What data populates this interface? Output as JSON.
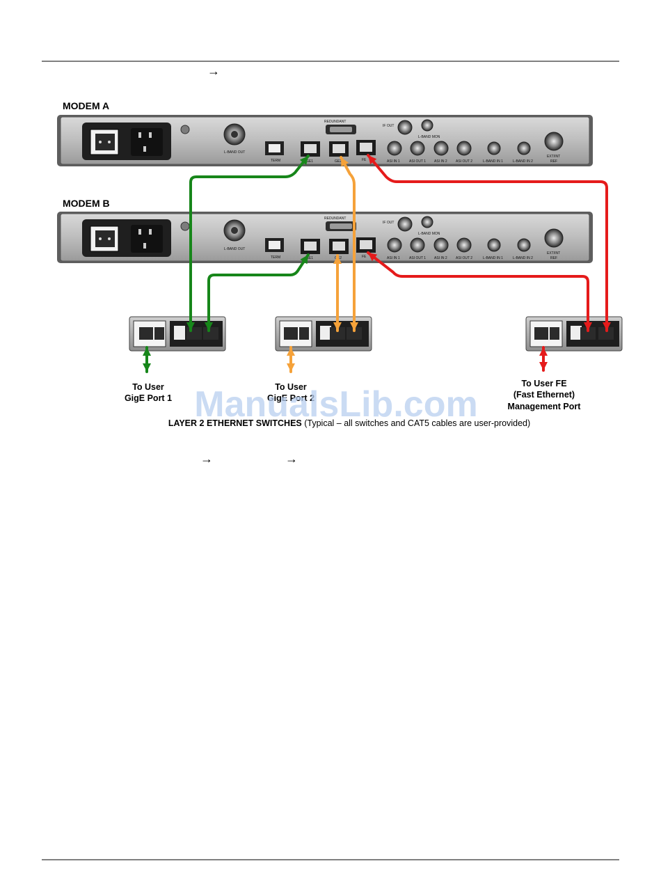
{
  "arrow_glyph": "→",
  "modems": [
    {
      "title": "MODEM A"
    },
    {
      "title": "MODEM B"
    }
  ],
  "panel_labels": {
    "lband_out": "L-BAND OUT",
    "term": "TERM",
    "redundant": "REDUNDANT",
    "if_out": "IF OUT",
    "lband_mon": "L-BAND MON",
    "ge1": "GE1",
    "ge2": "GE2",
    "fe": "FE",
    "asi_in_1": "ASI IN 1",
    "asi_out_1": "ASI OUT 1",
    "asi_in_2": "ASI IN 2",
    "asi_out_2": "ASI OUT 2",
    "lband_in_1": "L-BAND IN 1",
    "lband_in_2": "L-BAND IN 2",
    "ext_int": "EXT/INT",
    "ref": "REF"
  },
  "user_ports": {
    "gige1": [
      "To User",
      "GigE Port 1"
    ],
    "gige2": [
      "To User",
      "GigE Port 2"
    ],
    "fe": [
      "To User FE",
      "(Fast Ethernet)",
      "Management Port"
    ]
  },
  "caption": {
    "bold": "LAYER 2 ETHERNET SWITCHES",
    "normal": " (Typical – all switches and CAT5 cables are user-provided)"
  },
  "watermark": "ManualsLib.com",
  "colors": {
    "gige1": "#17861a",
    "gige2": "#f5a23a",
    "fe": "#e51b1b"
  }
}
